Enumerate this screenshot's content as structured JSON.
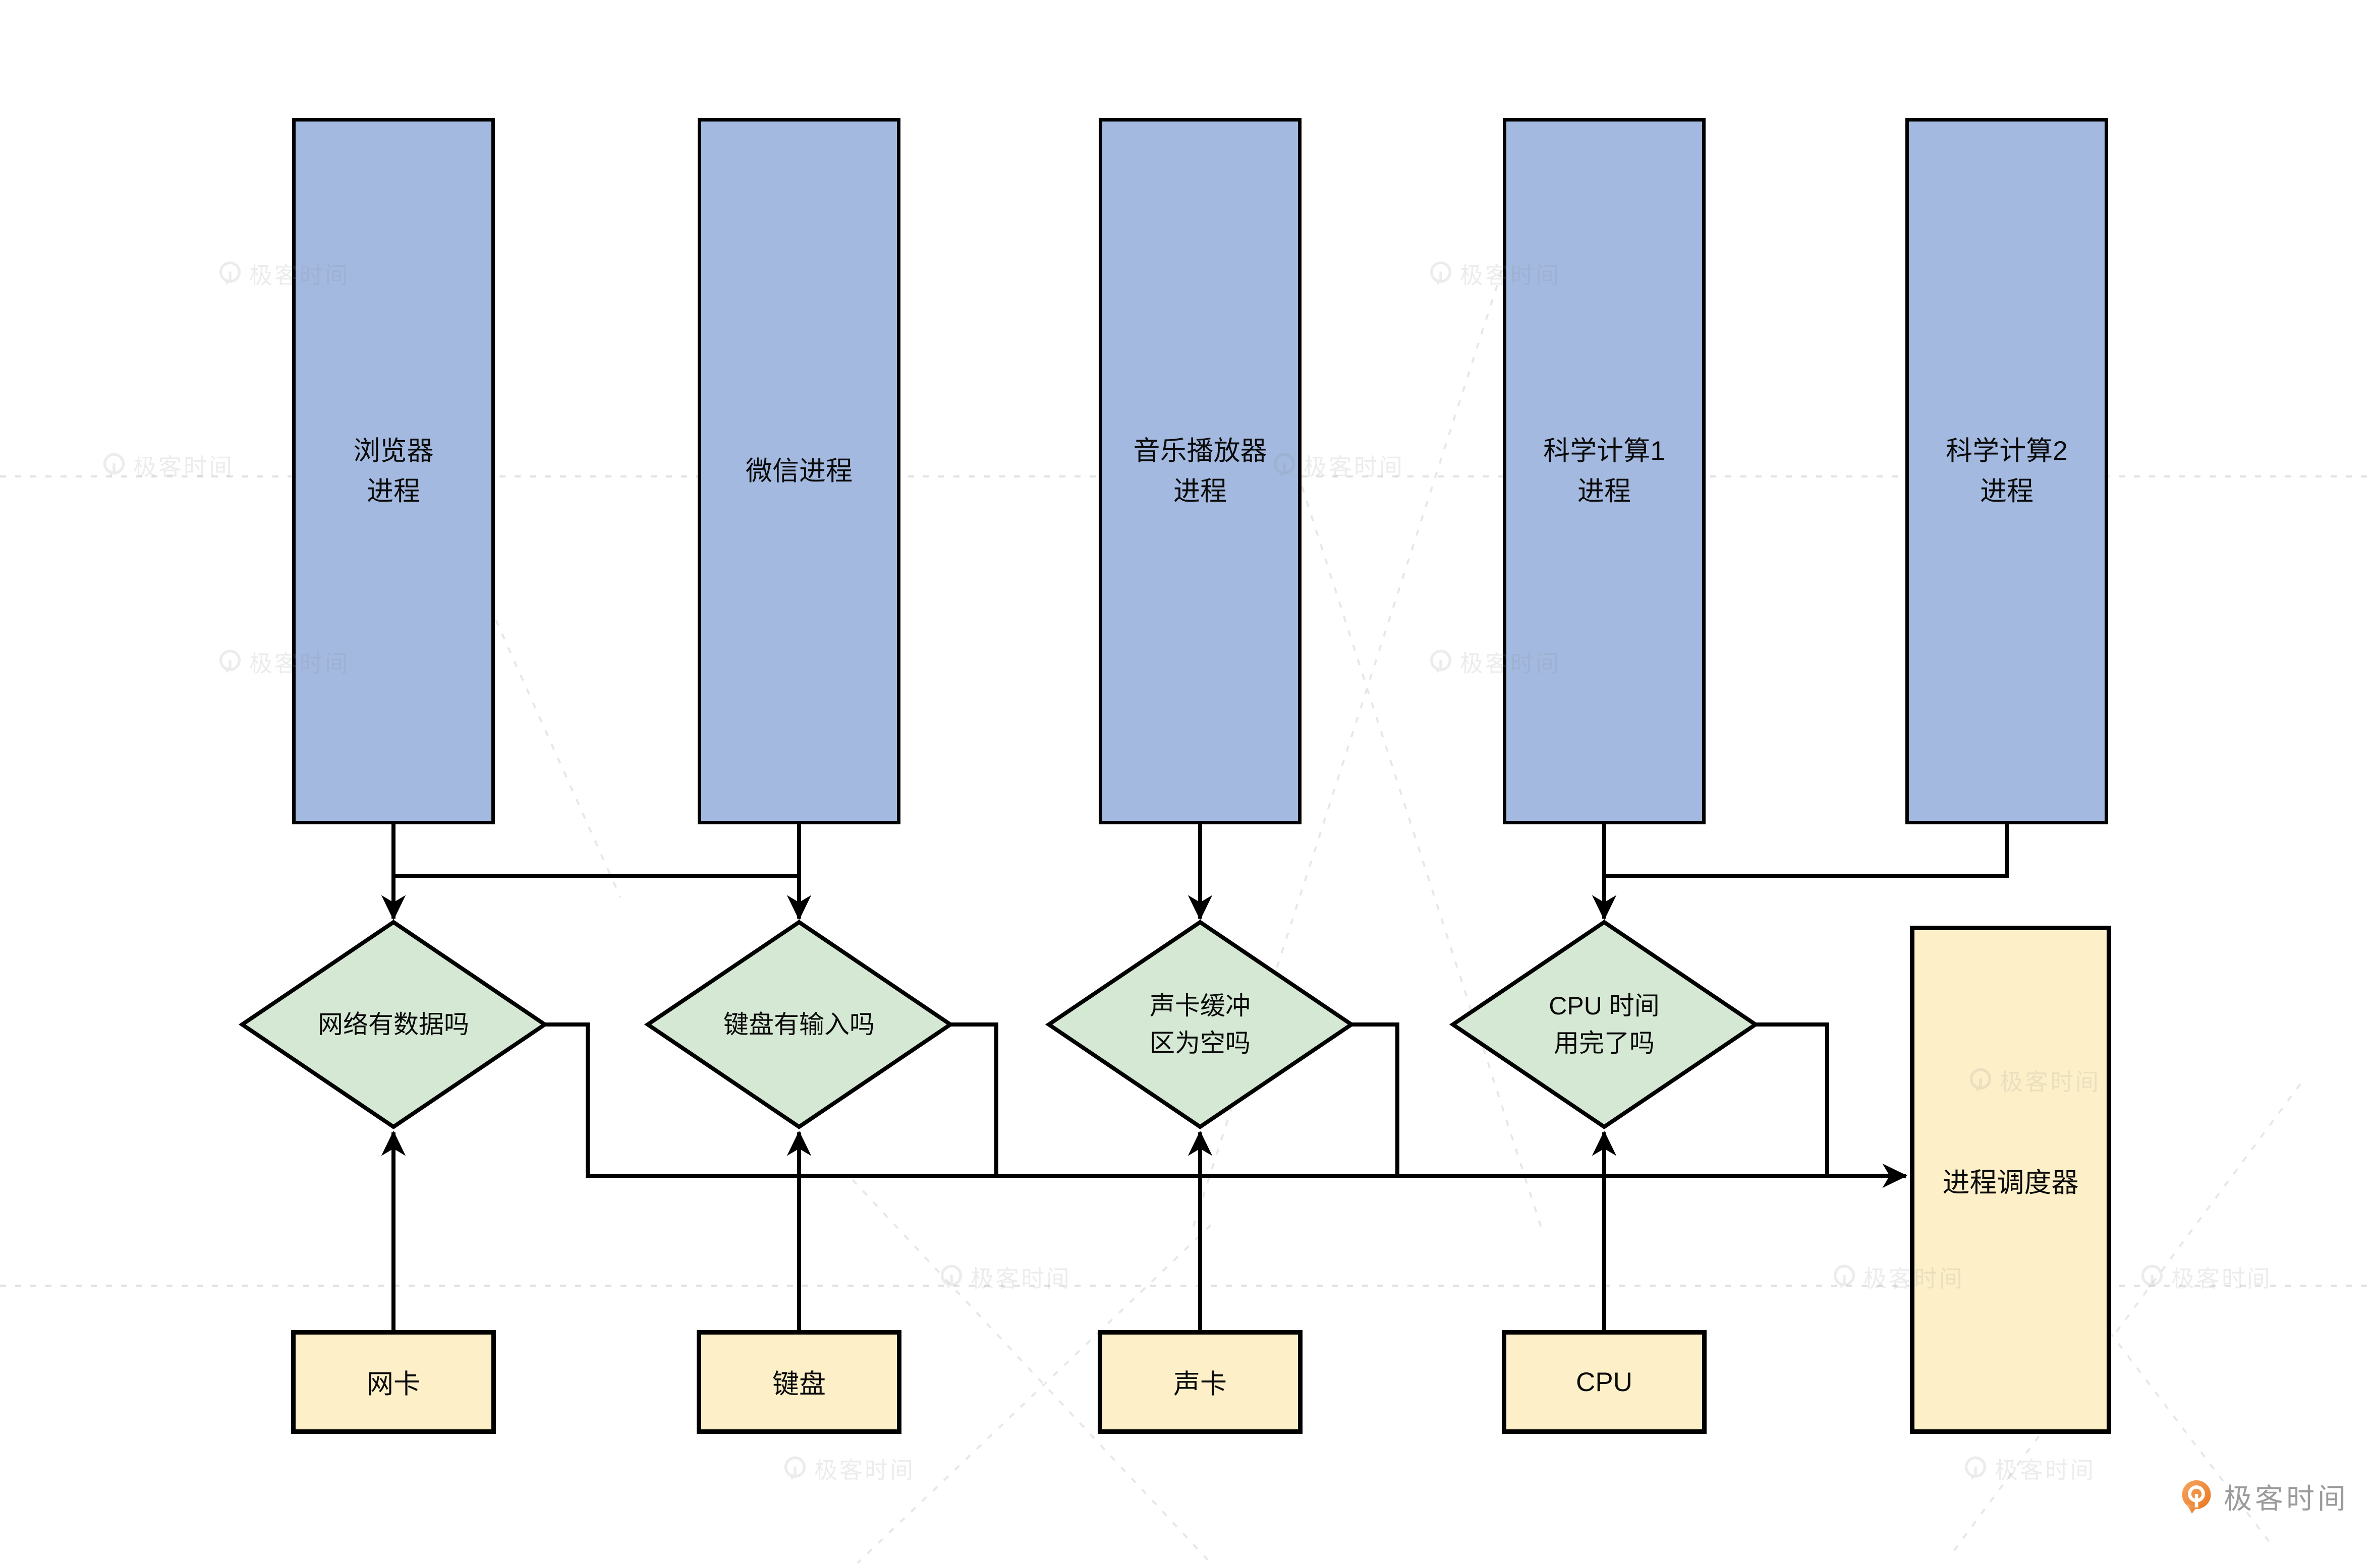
{
  "diagram": {
    "processes": [
      "浏览器\n进程",
      "微信进程",
      "音乐播放器\n进程",
      "科学计算1\n进程",
      "科学计算2\n进程"
    ],
    "decisions": [
      "网络有数据吗",
      "键盘有输入吗",
      "声卡缓冲\n区为空吗",
      "CPU 时间\n用完了吗"
    ],
    "devices": [
      "网卡",
      "键盘",
      "声卡",
      "CPU"
    ],
    "scheduler_label": "进程调度器",
    "colors": {
      "process_fill": "#a3b9e0",
      "decision_fill": "#d5e8d4",
      "device_fill": "#fdf0c8",
      "border": "#000000",
      "brand_orange": "#e87722"
    }
  },
  "watermark": {
    "brand": "极客时间"
  },
  "footer_logo": {
    "text": "极客时间"
  }
}
